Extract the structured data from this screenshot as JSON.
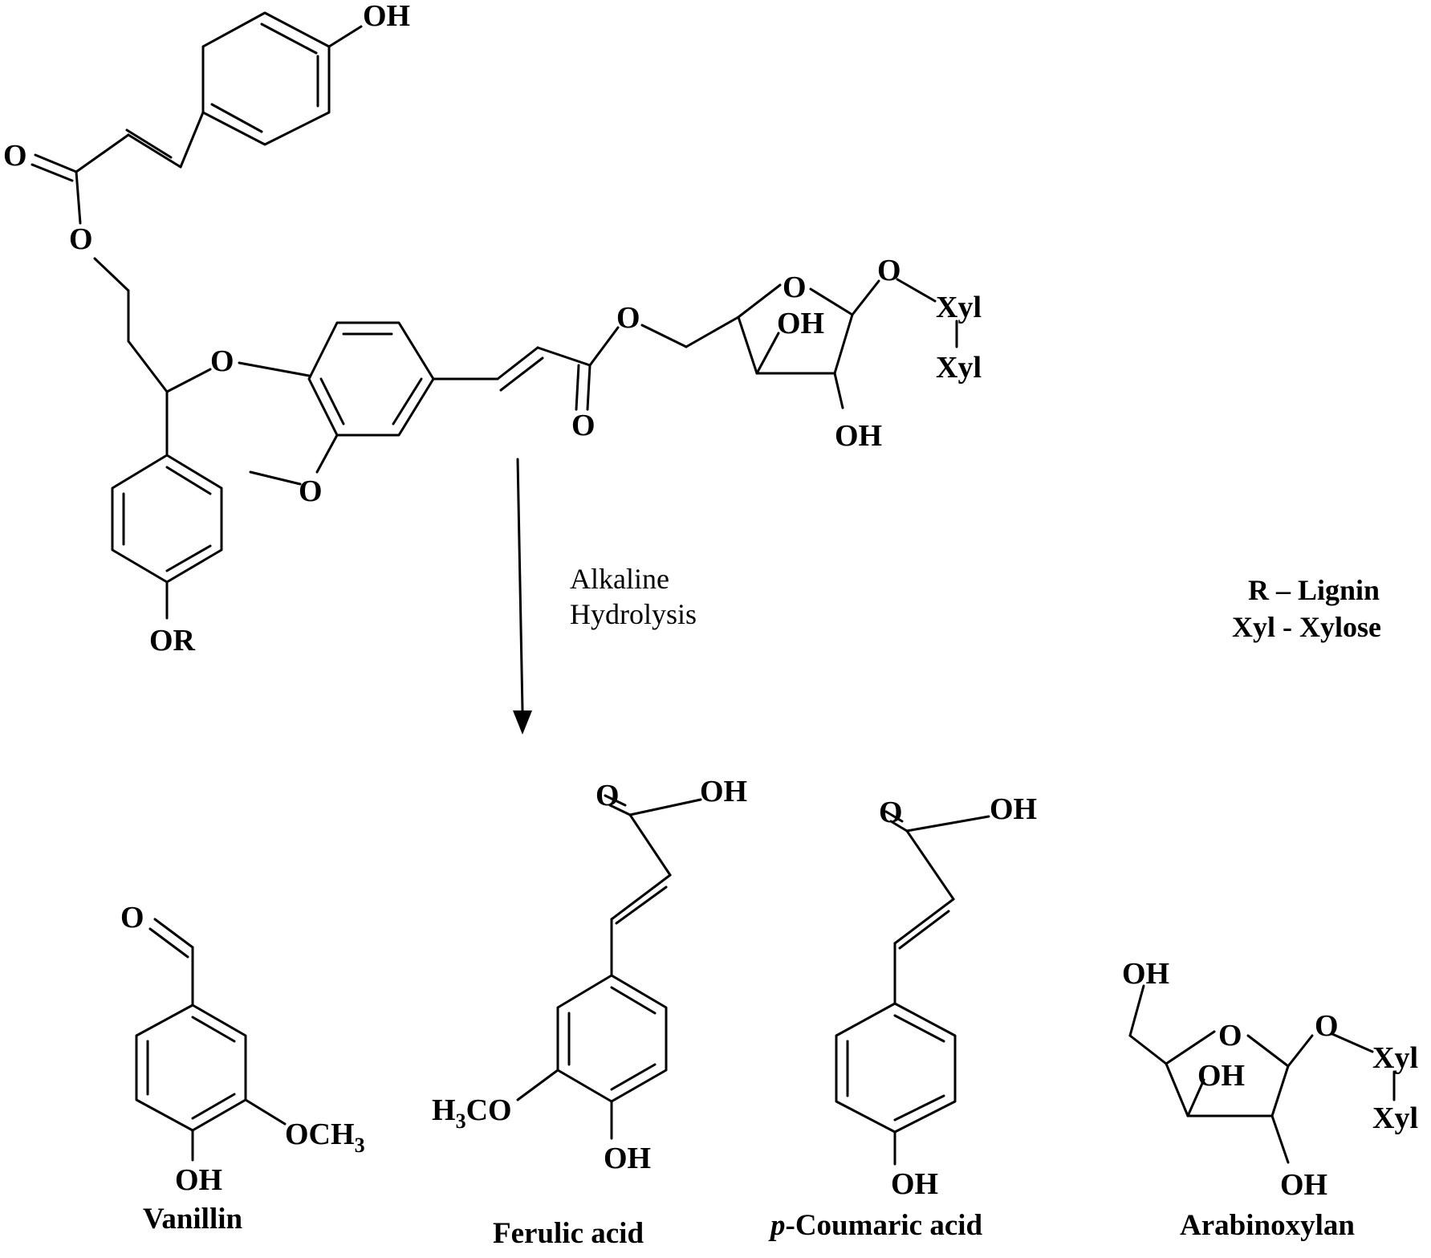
{
  "atoms": {
    "oh": "OH",
    "o": "O",
    "or": "OR",
    "xyl": "Xyl",
    "h": "H",
    "co": "CO",
    "och": "OCH",
    "three": "3"
  },
  "reagent": {
    "line1": "Alkaline",
    "line2": "Hydrolysis"
  },
  "legend": {
    "line1": "R – Lignin",
    "line2": "Xyl - Xylose"
  },
  "products": {
    "vanillin": "Vanillin",
    "ferulic": "Ferulic acid",
    "p_prefix": "p",
    "coumaric": "-Coumaric acid",
    "arabinoxylan": "Arabinoxylan"
  }
}
